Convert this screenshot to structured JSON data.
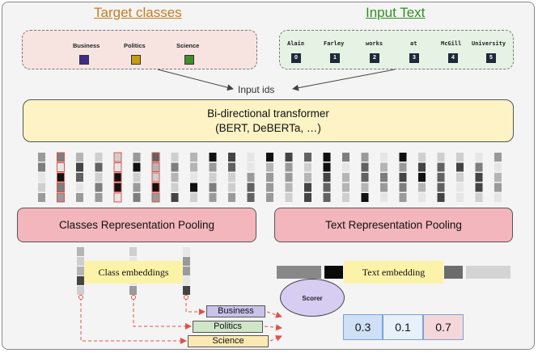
{
  "headings": {
    "target_classes": "Target classes",
    "input_text": "Input Text"
  },
  "classes": [
    {
      "label": "Business",
      "color": "#3b2c8a"
    },
    {
      "label": "Politics",
      "color": "#c79b12"
    },
    {
      "label": "Science",
      "color": "#3f8f2a"
    }
  ],
  "tokens": [
    {
      "text": "Alain",
      "id": "0"
    },
    {
      "text": "Farley",
      "id": "1"
    },
    {
      "text": "works",
      "id": "2"
    },
    {
      "text": "at",
      "id": "3"
    },
    {
      "text": "McGill",
      "id": "4"
    },
    {
      "text": "University",
      "id": "5"
    }
  ],
  "input_ids_label": "Input ids",
  "transformer": {
    "title": "Bi-directional transformer",
    "subtitle": "(BERT, DeBERTa, …)"
  },
  "pooling": {
    "classes_label": "Classes Representation Pooling",
    "text_label": "Text Representation Pooling"
  },
  "class_embeddings_label": "Class embeddings",
  "text_embedding_label": "Text embedding",
  "scorer_label": "Scorer",
  "output_labels": [
    "Business",
    "Politics",
    "Science"
  ],
  "scores": [
    "0.3",
    "0.1",
    "0.7"
  ],
  "colors": {
    "transformer_fill": "#fdf3c5",
    "pooling_fill": "#f3b6bc",
    "scorer_fill": "#d7cdf2",
    "dashed_arrow": "#e0504a",
    "highlight_outline": "#d9534f"
  }
}
